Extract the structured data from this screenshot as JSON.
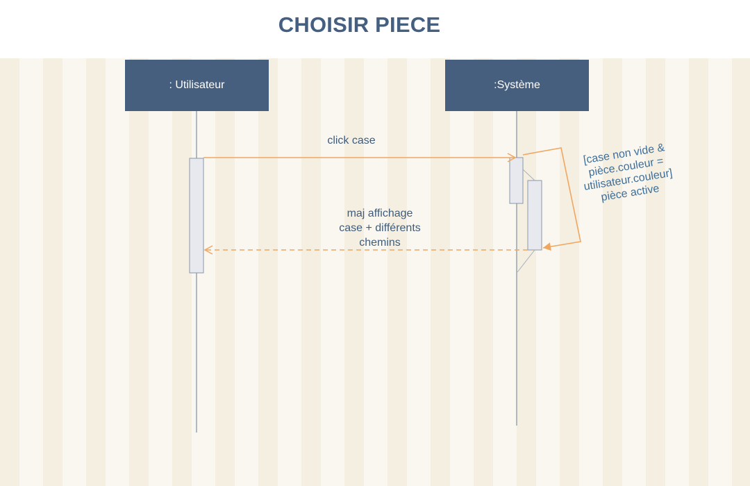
{
  "title": "CHOISIR PIECE",
  "lifelines": {
    "utilisateur": ": Utilisateur",
    "systeme": ":Système"
  },
  "messages": {
    "click": "click case",
    "reply_line1": "maj affichage",
    "reply_line2": "case + différents",
    "reply_line3": "chemins"
  },
  "guard": "[case non vide &\npièce.couleur =\nutilisateur.couleur]\npièce active",
  "colors": {
    "header": "#475f7e",
    "message": "#f0a660",
    "lifeline": "#7f8fa3"
  }
}
